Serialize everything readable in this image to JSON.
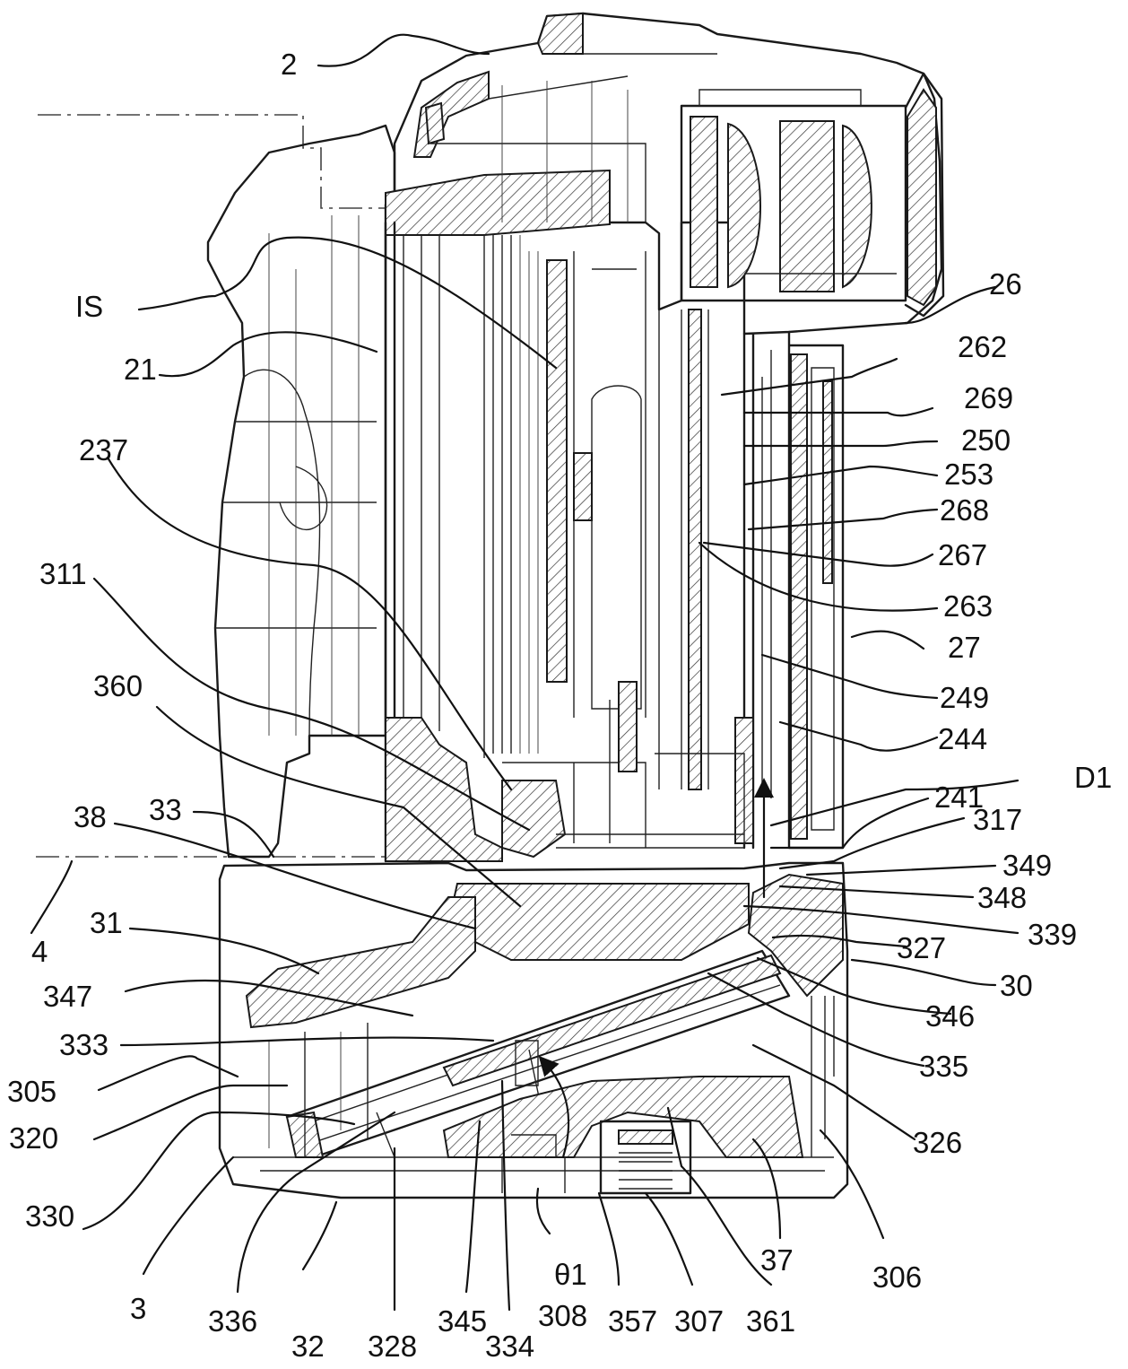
{
  "figure": {
    "labels": [
      {
        "id": "2",
        "text": "2"
      },
      {
        "id": "IS",
        "text": "IS"
      },
      {
        "id": "26",
        "text": "26"
      },
      {
        "id": "262",
        "text": "262"
      },
      {
        "id": "269",
        "text": "269"
      },
      {
        "id": "250",
        "text": "250"
      },
      {
        "id": "253",
        "text": "253"
      },
      {
        "id": "268",
        "text": "268"
      },
      {
        "id": "267",
        "text": "267"
      },
      {
        "id": "263",
        "text": "263"
      },
      {
        "id": "27",
        "text": "27"
      },
      {
        "id": "249",
        "text": "249"
      },
      {
        "id": "244",
        "text": "244"
      },
      {
        "id": "D1",
        "text": "D1"
      },
      {
        "id": "241",
        "text": "241"
      },
      {
        "id": "317",
        "text": "317"
      },
      {
        "id": "349",
        "text": "349"
      },
      {
        "id": "348",
        "text": "348"
      },
      {
        "id": "339",
        "text": "339"
      },
      {
        "id": "327",
        "text": "327"
      },
      {
        "id": "30",
        "text": "30"
      },
      {
        "id": "346",
        "text": "346"
      },
      {
        "id": "335",
        "text": "335"
      },
      {
        "id": "326",
        "text": "326"
      },
      {
        "id": "306",
        "text": "306"
      },
      {
        "id": "37",
        "text": "37"
      },
      {
        "id": "361",
        "text": "361"
      },
      {
        "id": "307",
        "text": "307"
      },
      {
        "id": "357",
        "text": "357"
      },
      {
        "id": "theta1",
        "text": "θ1"
      },
      {
        "id": "308",
        "text": "308"
      },
      {
        "id": "334",
        "text": "334"
      },
      {
        "id": "345",
        "text": "345"
      },
      {
        "id": "328",
        "text": "328"
      },
      {
        "id": "32",
        "text": "32"
      },
      {
        "id": "336",
        "text": "336"
      },
      {
        "id": "3",
        "text": "3"
      },
      {
        "id": "330",
        "text": "330"
      },
      {
        "id": "320",
        "text": "320"
      },
      {
        "id": "305",
        "text": "305"
      },
      {
        "id": "333",
        "text": "333"
      },
      {
        "id": "347",
        "text": "347"
      },
      {
        "id": "31",
        "text": "31"
      },
      {
        "id": "4",
        "text": "4"
      },
      {
        "id": "38",
        "text": "38"
      },
      {
        "id": "33",
        "text": "33"
      },
      {
        "id": "360",
        "text": "360"
      },
      {
        "id": "311",
        "text": "311"
      },
      {
        "id": "237",
        "text": "237"
      },
      {
        "id": "21",
        "text": "21"
      }
    ]
  }
}
